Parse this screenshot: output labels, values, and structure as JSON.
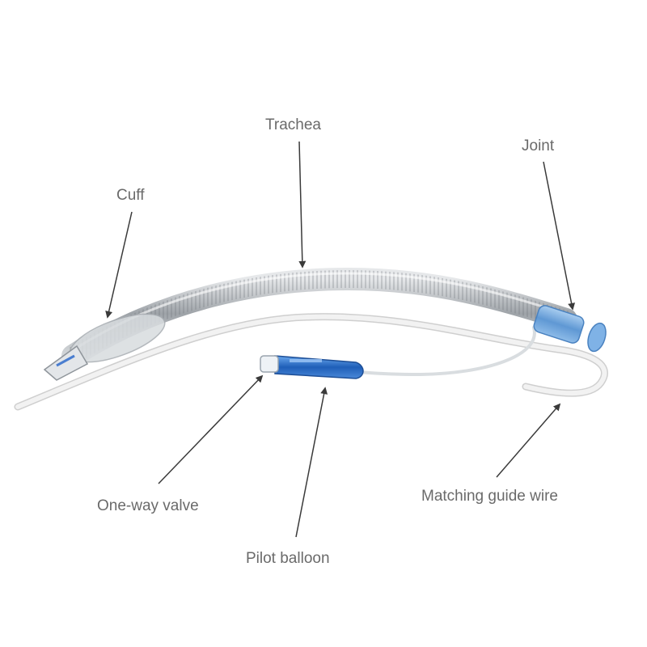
{
  "labels": {
    "cuff": "Cuff",
    "trachea": "Trachea",
    "joint": "Joint",
    "one_way_valve": "One-way valve",
    "pilot_balloon": "Pilot balloon",
    "guide_wire": "Matching guide wire"
  },
  "colors": {
    "background": "#ffffff",
    "label_text": "#6a6a6a",
    "arrow": "#3a3a3a",
    "tube": "#b9bcc0",
    "joint": "#6fa6dc",
    "valve": "#2f72c4",
    "guide_wire": "#e2e2e2"
  }
}
